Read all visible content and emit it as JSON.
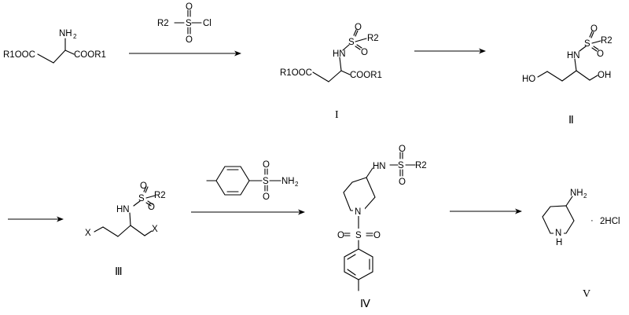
{
  "reagents": {
    "sulfonyl_chloride": {
      "r": "R2",
      "s": "S",
      "cl": "Cl",
      "o_top": "O",
      "o_bottom": "O"
    },
    "tosylamide": {
      "s": "S",
      "nh": "NH",
      "nh_sub": "2",
      "o_top": "O",
      "o_bottom": "O"
    }
  },
  "compounds": {
    "start": {
      "nh": "NH",
      "nh_sub": "2",
      "left_ester": "R1OOC",
      "right_ester": "COOR1"
    },
    "I": {
      "label": "I",
      "hn": "HN",
      "s": "S",
      "r": "R2",
      "o_top": "O",
      "o_bottom": "O",
      "left_ester": "R1OOC",
      "right_ester": "COOR1"
    },
    "II": {
      "label": "Ⅱ",
      "hn": "HN",
      "s": "S",
      "r": "R2",
      "o_top": "O",
      "o_bottom": "O",
      "left_oh": "HO",
      "right_oh": "OH"
    },
    "III": {
      "label": "Ⅲ",
      "hn": "HN",
      "s": "S",
      "r": "R2",
      "o_top": "O",
      "o_bottom": "O",
      "left_x": "X",
      "right_x": "X"
    },
    "IV": {
      "label": "Ⅳ",
      "hn": "HN",
      "s": "S",
      "r": "R2",
      "o1_top": "O",
      "o1_bottom": "O",
      "n": "N",
      "s2": "S",
      "o2_left": "O",
      "o2_right": "O"
    },
    "V": {
      "label": "V",
      "nh": "NH",
      "nh_sub": "2",
      "n": "N",
      "h": "H",
      "dot": "·",
      "salt": "2HCl"
    }
  },
  "colors": {
    "ink": "#000000",
    "background": "#ffffff"
  }
}
